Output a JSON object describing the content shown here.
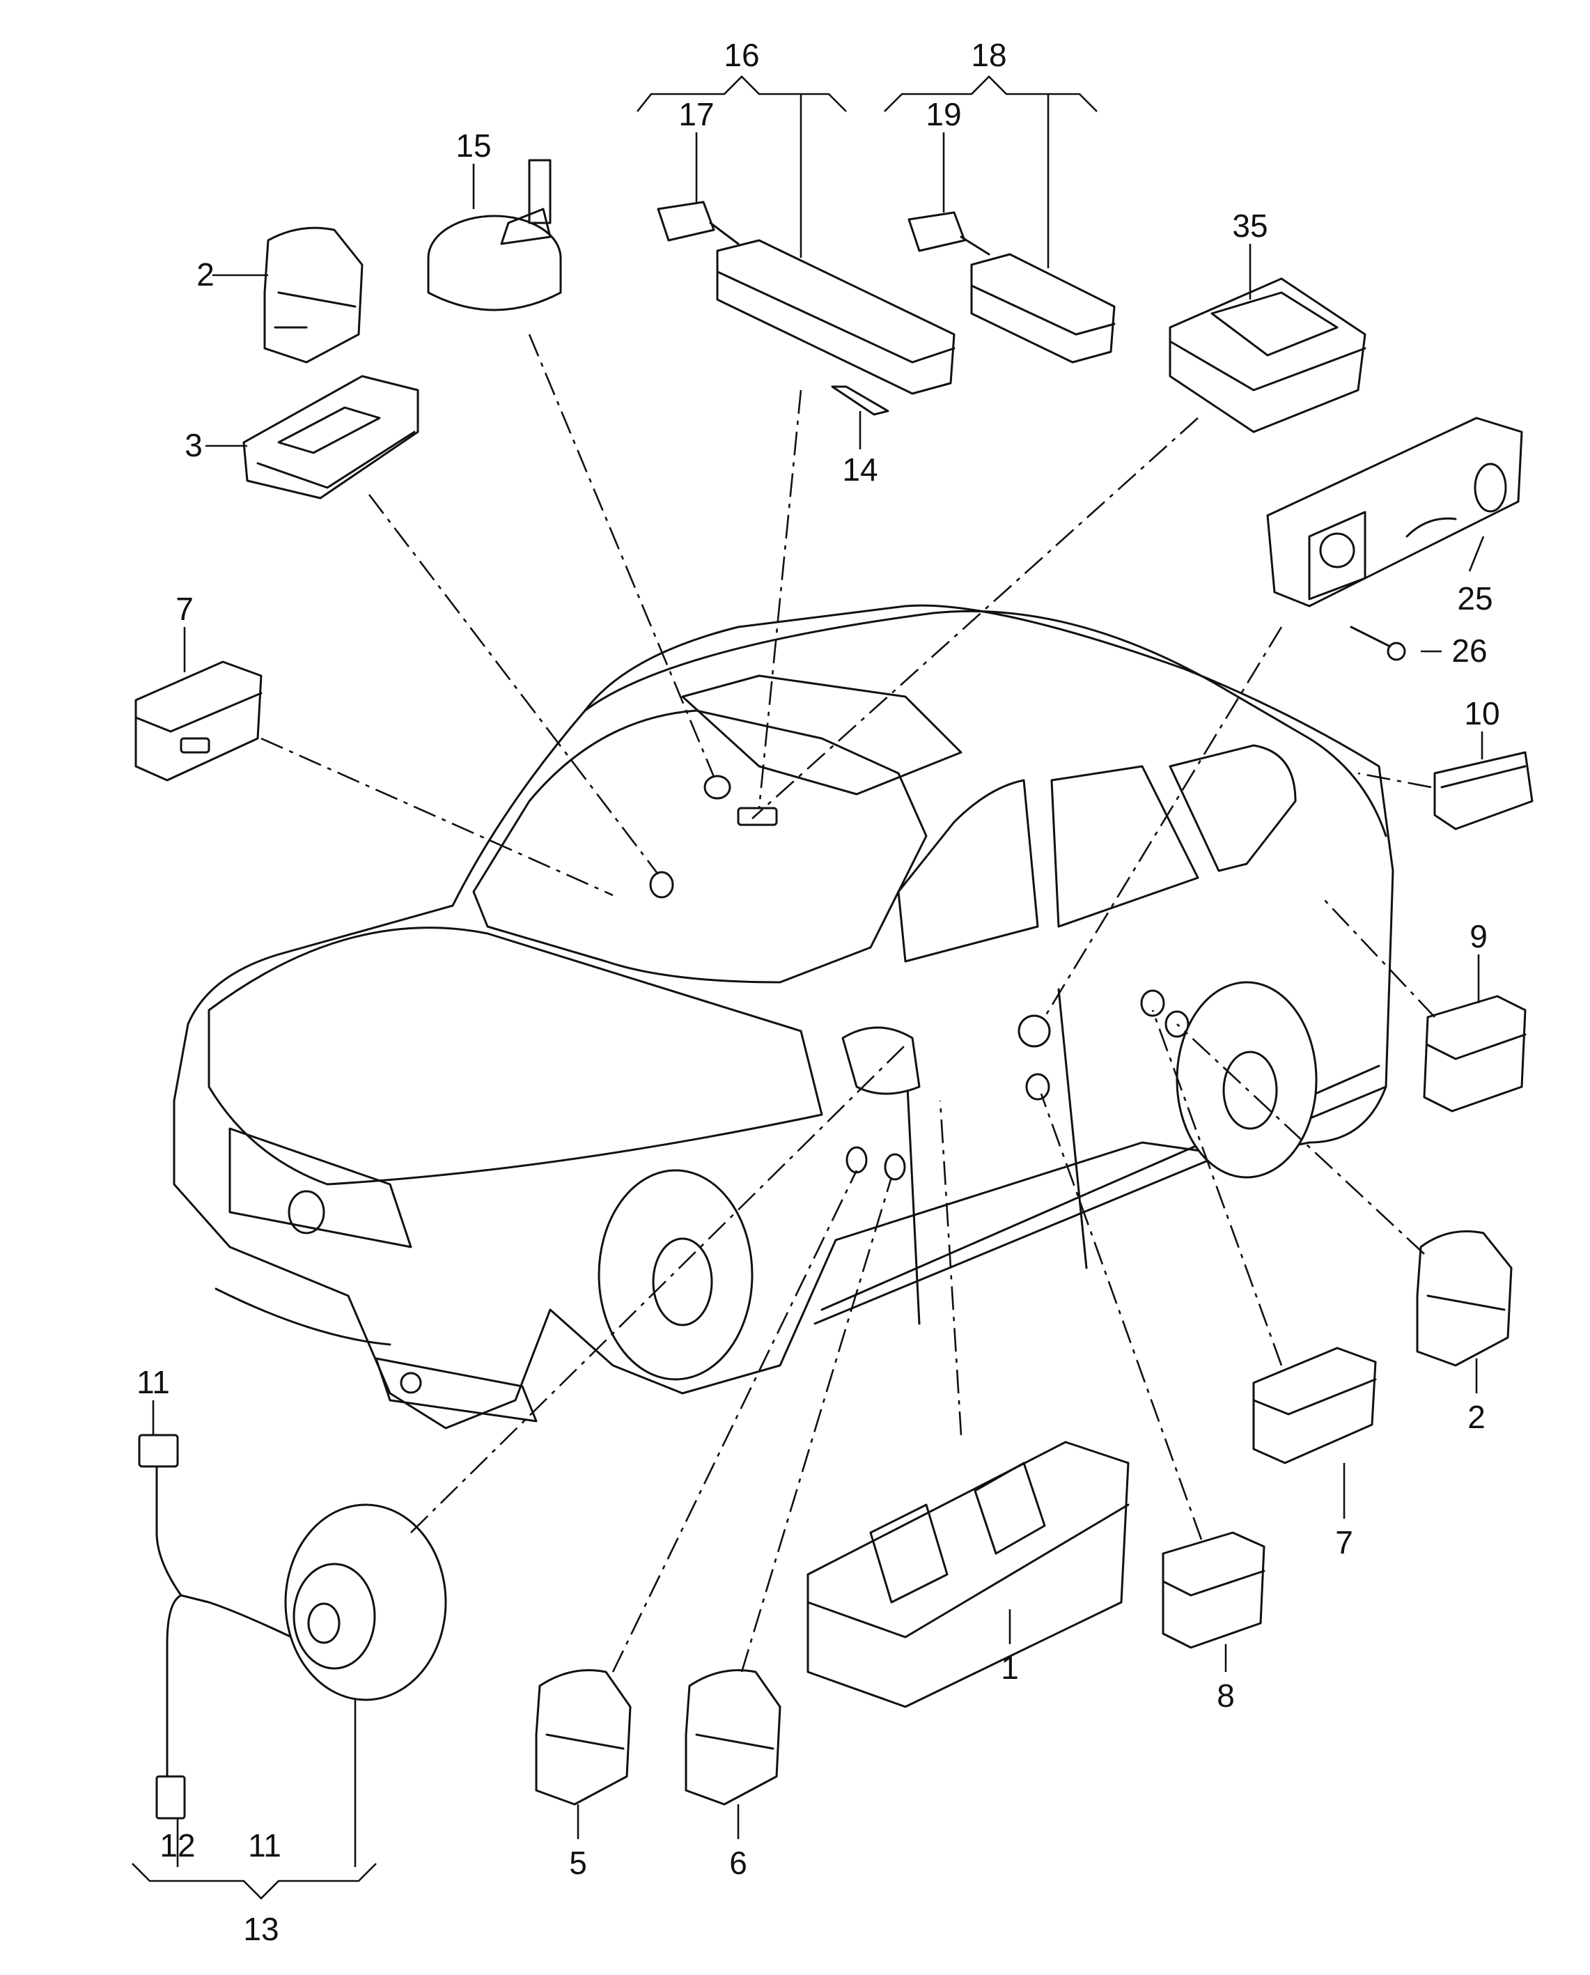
{
  "callouts": [
    {
      "id": "c16",
      "text": "16"
    },
    {
      "id": "c17",
      "text": "17"
    },
    {
      "id": "c18",
      "text": "18"
    },
    {
      "id": "c19",
      "text": "19"
    },
    {
      "id": "c15",
      "text": "15"
    },
    {
      "id": "c35",
      "text": "35"
    },
    {
      "id": "c2a",
      "text": "2"
    },
    {
      "id": "c3",
      "text": "3"
    },
    {
      "id": "c14",
      "text": "14"
    },
    {
      "id": "c25",
      "text": "25"
    },
    {
      "id": "c26",
      "text": "26"
    },
    {
      "id": "c7a",
      "text": "7"
    },
    {
      "id": "c10",
      "text": "10"
    },
    {
      "id": "c9",
      "text": "9"
    },
    {
      "id": "c11a",
      "text": "11"
    },
    {
      "id": "c2b",
      "text": "2"
    },
    {
      "id": "c7b",
      "text": "7"
    },
    {
      "id": "c1",
      "text": "1"
    },
    {
      "id": "c8",
      "text": "8"
    },
    {
      "id": "c5",
      "text": "5"
    },
    {
      "id": "c6",
      "text": "6"
    },
    {
      "id": "c12",
      "text": "12"
    },
    {
      "id": "c11b",
      "text": "11"
    },
    {
      "id": "c13",
      "text": "13"
    }
  ]
}
